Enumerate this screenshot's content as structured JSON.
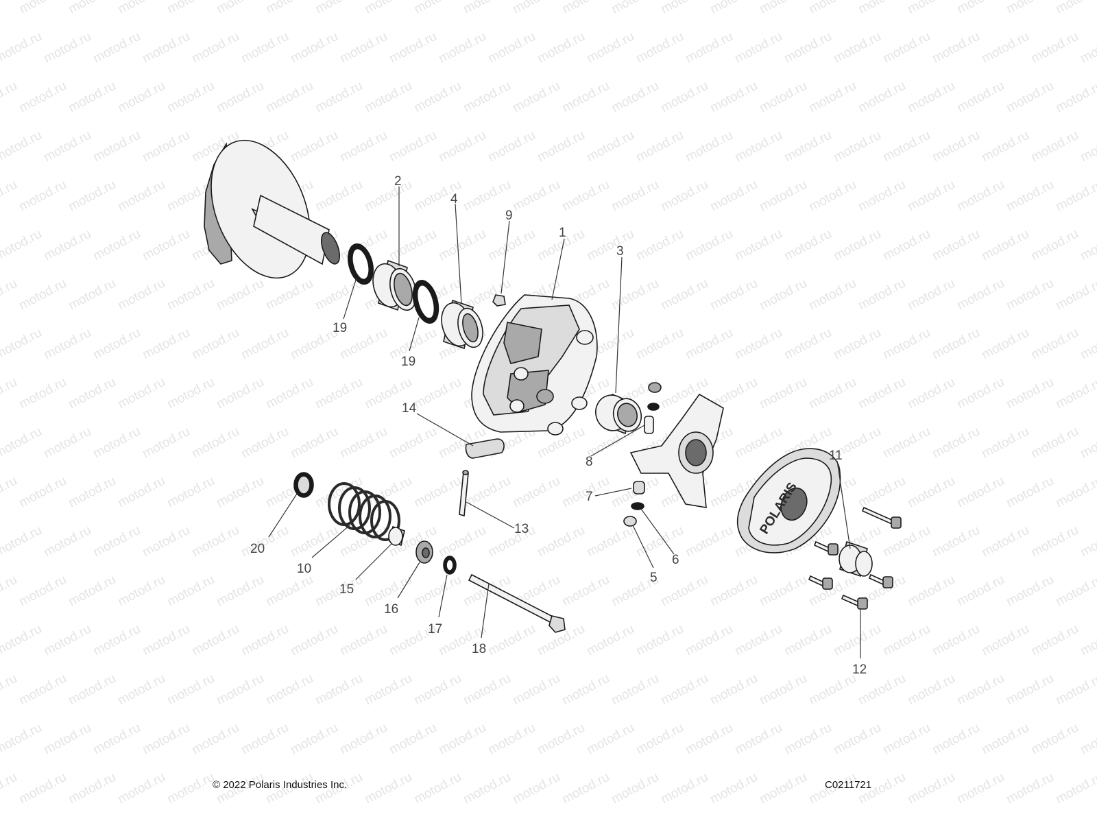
{
  "watermark": "motod.ru",
  "callouts": [
    "1",
    "2",
    "3",
    "4",
    "5",
    "6",
    "7",
    "8",
    "9",
    "10",
    "11",
    "12",
    "13",
    "14",
    "15",
    "16",
    "17",
    "18",
    "19",
    "19",
    "20"
  ],
  "footer": {
    "copyright": "© 2022 Polaris Industries Inc.",
    "drawing_number": "C0211721"
  },
  "cover_plate_brand": "POLARIS"
}
